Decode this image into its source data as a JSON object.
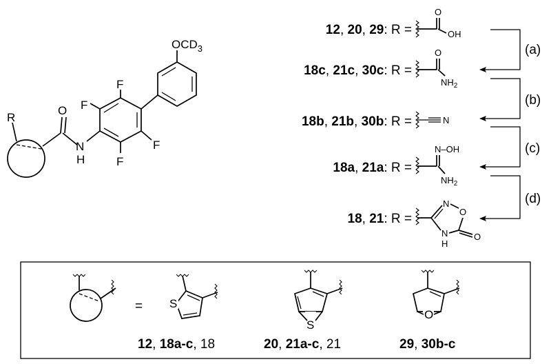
{
  "scaffold": {
    "atoms": {
      "R": "R",
      "O": "O",
      "N": "N",
      "H": "H",
      "F": "F",
      "OCD": "OCD",
      "sub3": "3"
    }
  },
  "scheme": {
    "rows": [
      {
        "compounds": [
          "12",
          "20",
          "29"
        ],
        "equals": ": R =",
        "group": "carboxylic acid"
      },
      {
        "compounds": [
          "18c",
          "21c",
          "30c"
        ],
        "equals": ": R =",
        "group": "amide"
      },
      {
        "compounds": [
          "18b",
          "21b",
          "30b"
        ],
        "equals": ": R =",
        "group": "nitrile"
      },
      {
        "compounds": [
          "18a",
          "21a"
        ],
        "equals": ": R =",
        "group": "amidoxime"
      },
      {
        "compounds": [
          "18",
          "21"
        ],
        "equals": ": R =",
        "group": "oxadiazolone"
      }
    ],
    "arrows": [
      "(a)",
      "(b)",
      "(c)",
      "(d)"
    ],
    "sep": ", "
  },
  "groups": {
    "acid": {
      "O1": "O",
      "OH": "OH"
    },
    "amide": {
      "O1": "O",
      "NH": "NH",
      "sub2": "2"
    },
    "nitrile": {
      "N": "N"
    },
    "amidoxime": {
      "NOH": "N–OH",
      "NH": "NH",
      "sub2": "2"
    },
    "oxadiazolone": {
      "N": "N",
      "O": "O",
      "NH": "N",
      "H": "H",
      "Ox": "O"
    }
  },
  "legend": {
    "equals": "=",
    "rings": [
      {
        "hetero": "S",
        "label_bold": "12",
        "label_rest": "18a-c",
        "label_last": "18"
      },
      {
        "hetero": "S",
        "label_bold": "20",
        "label_rest": "21a-c",
        "label_last": "21"
      },
      {
        "hetero": "O",
        "label_bold": "29",
        "label_rest": "30b-c",
        "label_last": ""
      }
    ],
    "sep": ", "
  }
}
